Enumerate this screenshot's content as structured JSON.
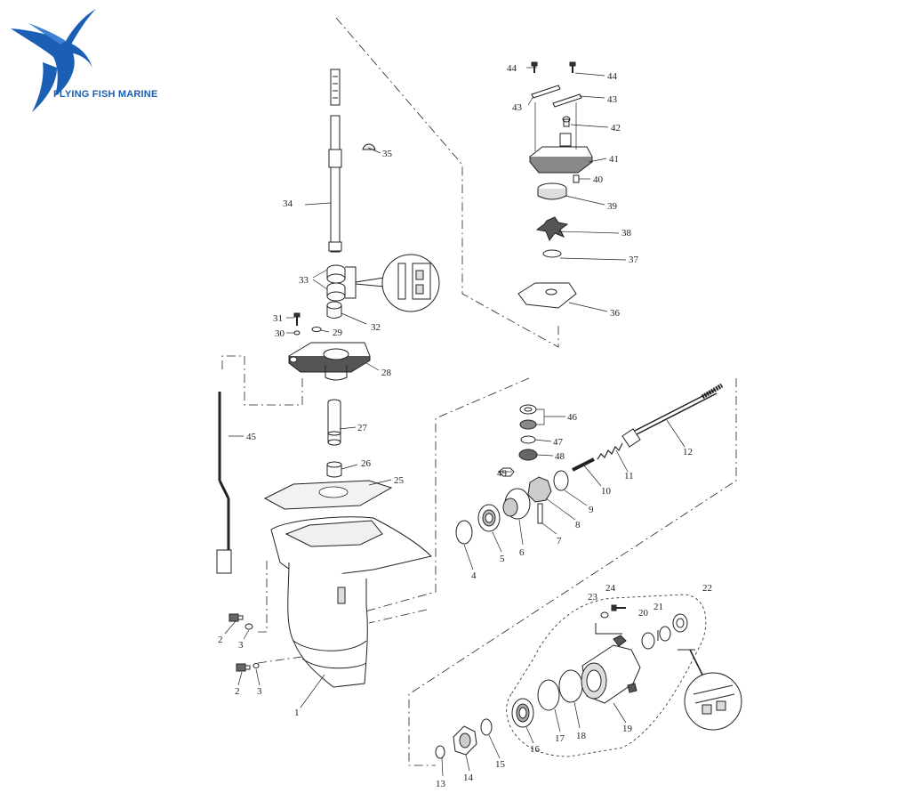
{
  "brand": {
    "name": "FLYING FISH MARINE",
    "color": "#1a5fb4"
  },
  "diagram": {
    "type": "exploded-parts-diagram",
    "line_color": "#222222",
    "part_labels": [
      "1",
      "2",
      "3",
      "4",
      "5",
      "6",
      "7",
      "8",
      "9",
      "10",
      "11",
      "12",
      "13",
      "14",
      "15",
      "16",
      "17",
      "18",
      "19",
      "20",
      "21",
      "22",
      "23",
      "24",
      "25",
      "26",
      "27",
      "28",
      "29",
      "30",
      "31",
      "32",
      "33",
      "34",
      "35",
      "36",
      "37",
      "38",
      "39",
      "40",
      "41",
      "42",
      "43",
      "44",
      "45",
      "46",
      "47",
      "48",
      "49"
    ],
    "duplicate_labels": [
      "2",
      "3",
      "43",
      "44"
    ]
  }
}
